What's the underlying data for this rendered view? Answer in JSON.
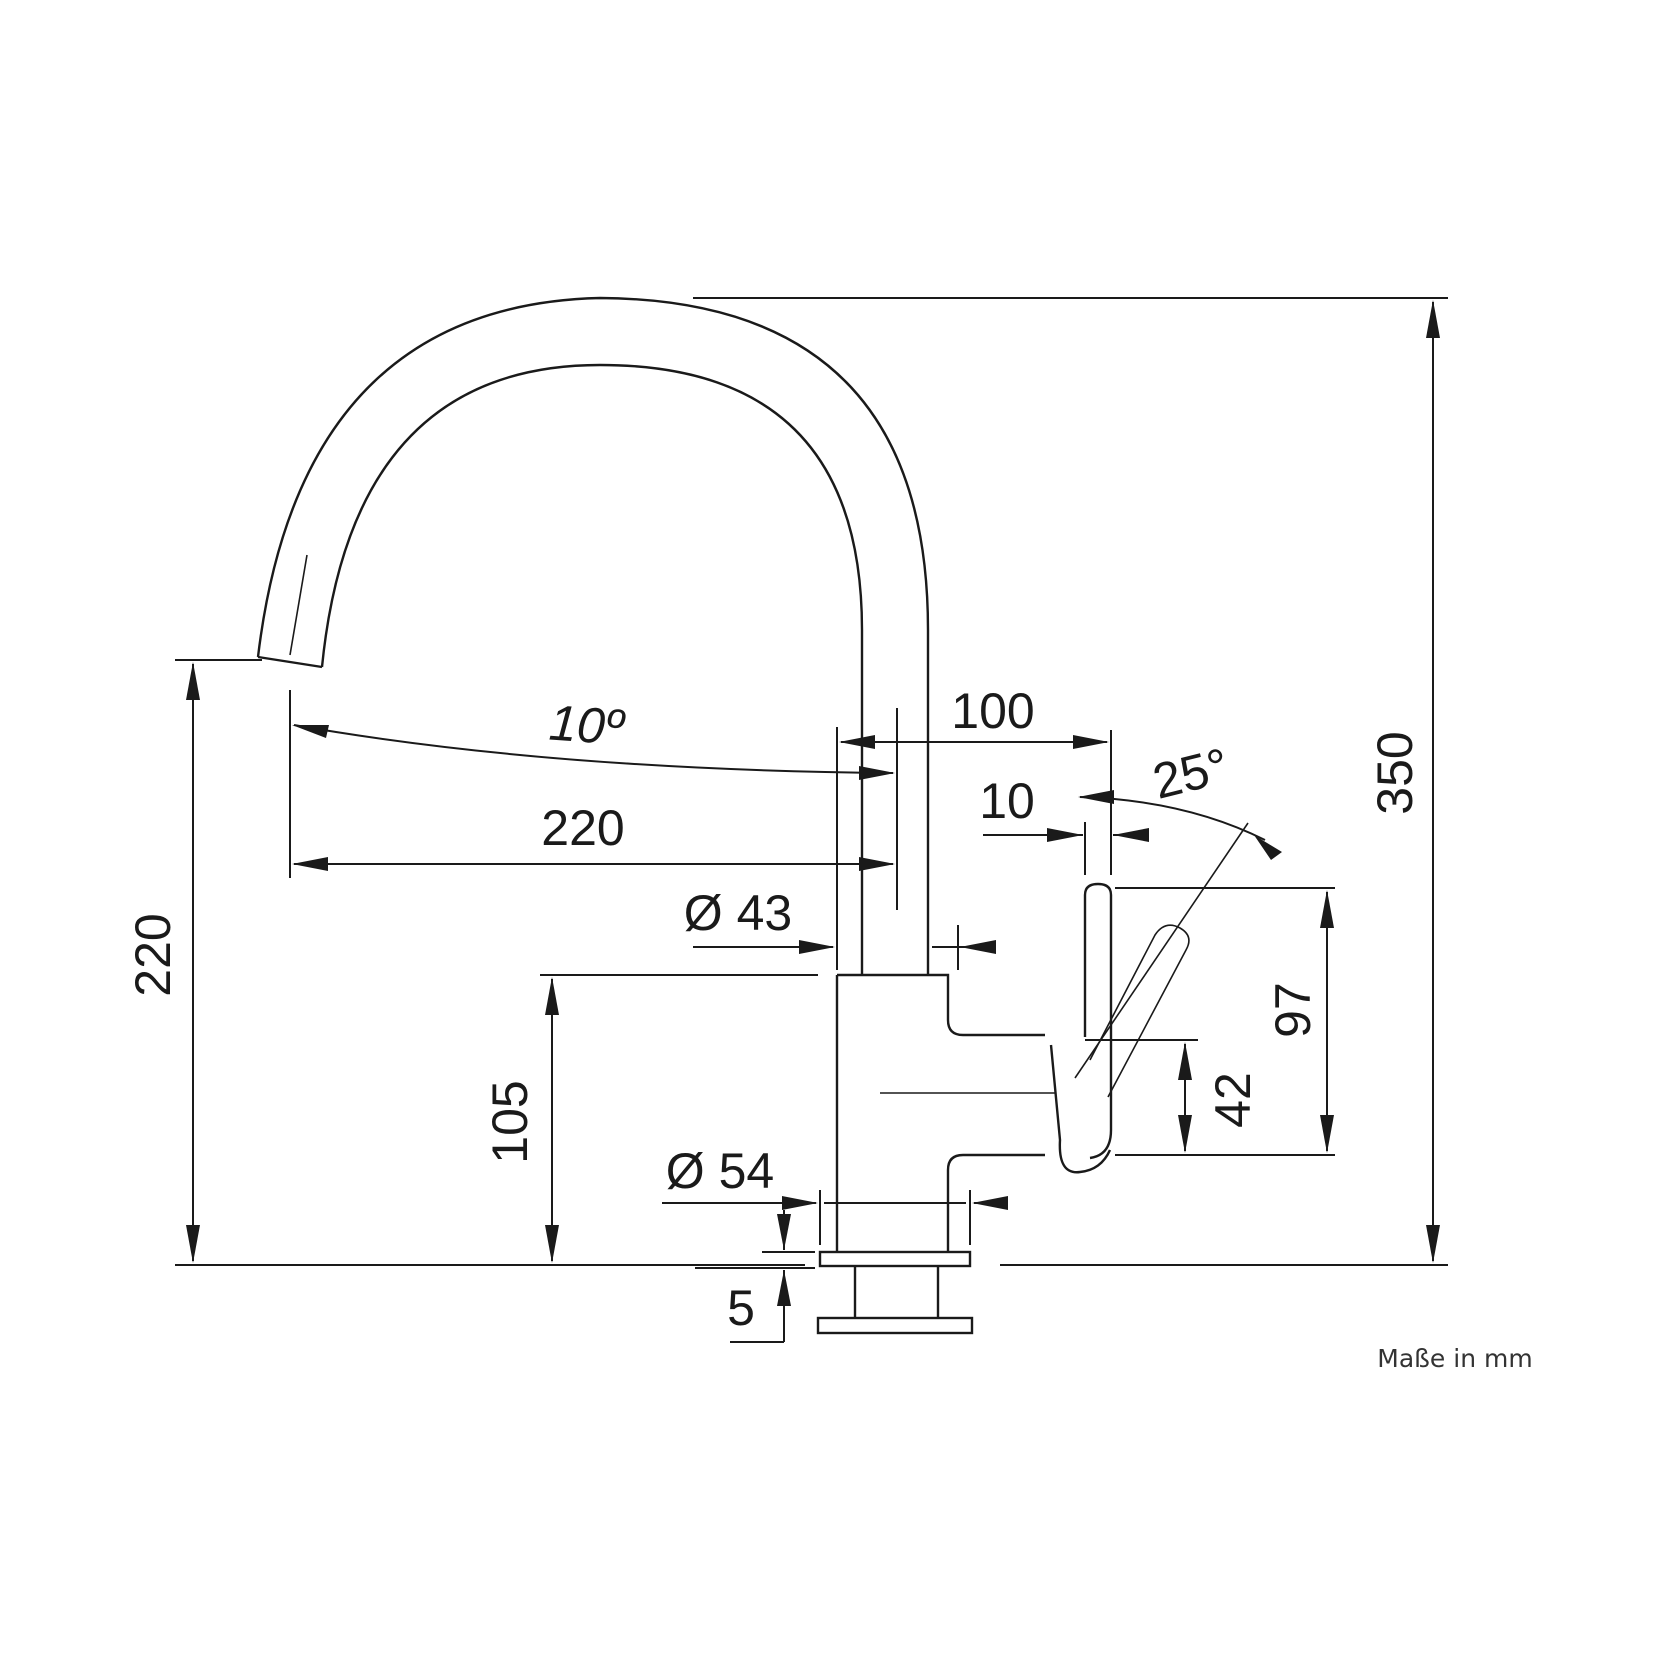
{
  "dimensions": {
    "angle_spout": "10º",
    "height_total": "350",
    "reach_handle": "100",
    "angle_handle": "25°",
    "offset_handle": "10",
    "reach_spout": "220",
    "height_spout": "220",
    "diameter_spout": "Ø 43",
    "height_body": "105",
    "diameter_base": "Ø 54",
    "height_handle": "97",
    "height_lever": "42",
    "thickness_base": "5"
  },
  "note": "Maße in mm",
  "colors": {
    "line": "#1a1a1a",
    "background": "#ffffff"
  }
}
